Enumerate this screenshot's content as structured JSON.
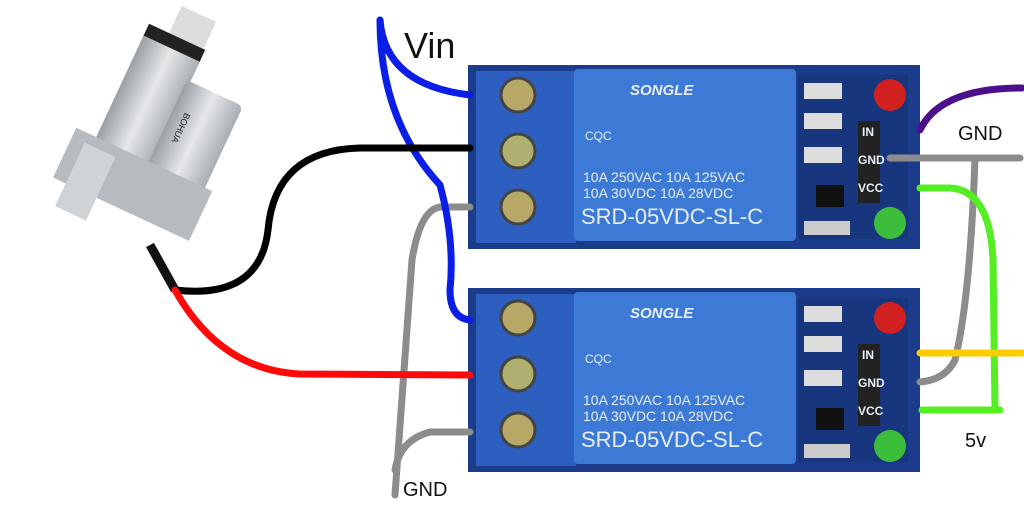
{
  "labels": {
    "vin": "Vin",
    "gnd_right": "GND",
    "gnd_bottom": "GND",
    "five_v": "5v"
  },
  "actuator": {
    "brand": "BOHUA"
  },
  "relay": {
    "brand": "SONGLE",
    "rating_line1": "10A 250VAC  10A 125VAC",
    "rating_line2": "10A   30VDC  10A   28VDC",
    "model": "SRD-05VDC-SL-C",
    "pins": [
      "IN",
      "GND",
      "VCC"
    ],
    "cert": "CQC"
  },
  "colors": {
    "vin": "#0a1ee8",
    "motor_a": "#000000",
    "motor_b": "#ff0a0a",
    "gnd": "#8c8c8c",
    "in1": "#4b0f8c",
    "in2": "#ffcc00",
    "vcc": "#55ee22",
    "relay_body": "#3d7ad6",
    "pcb": "#1a3c8a"
  }
}
